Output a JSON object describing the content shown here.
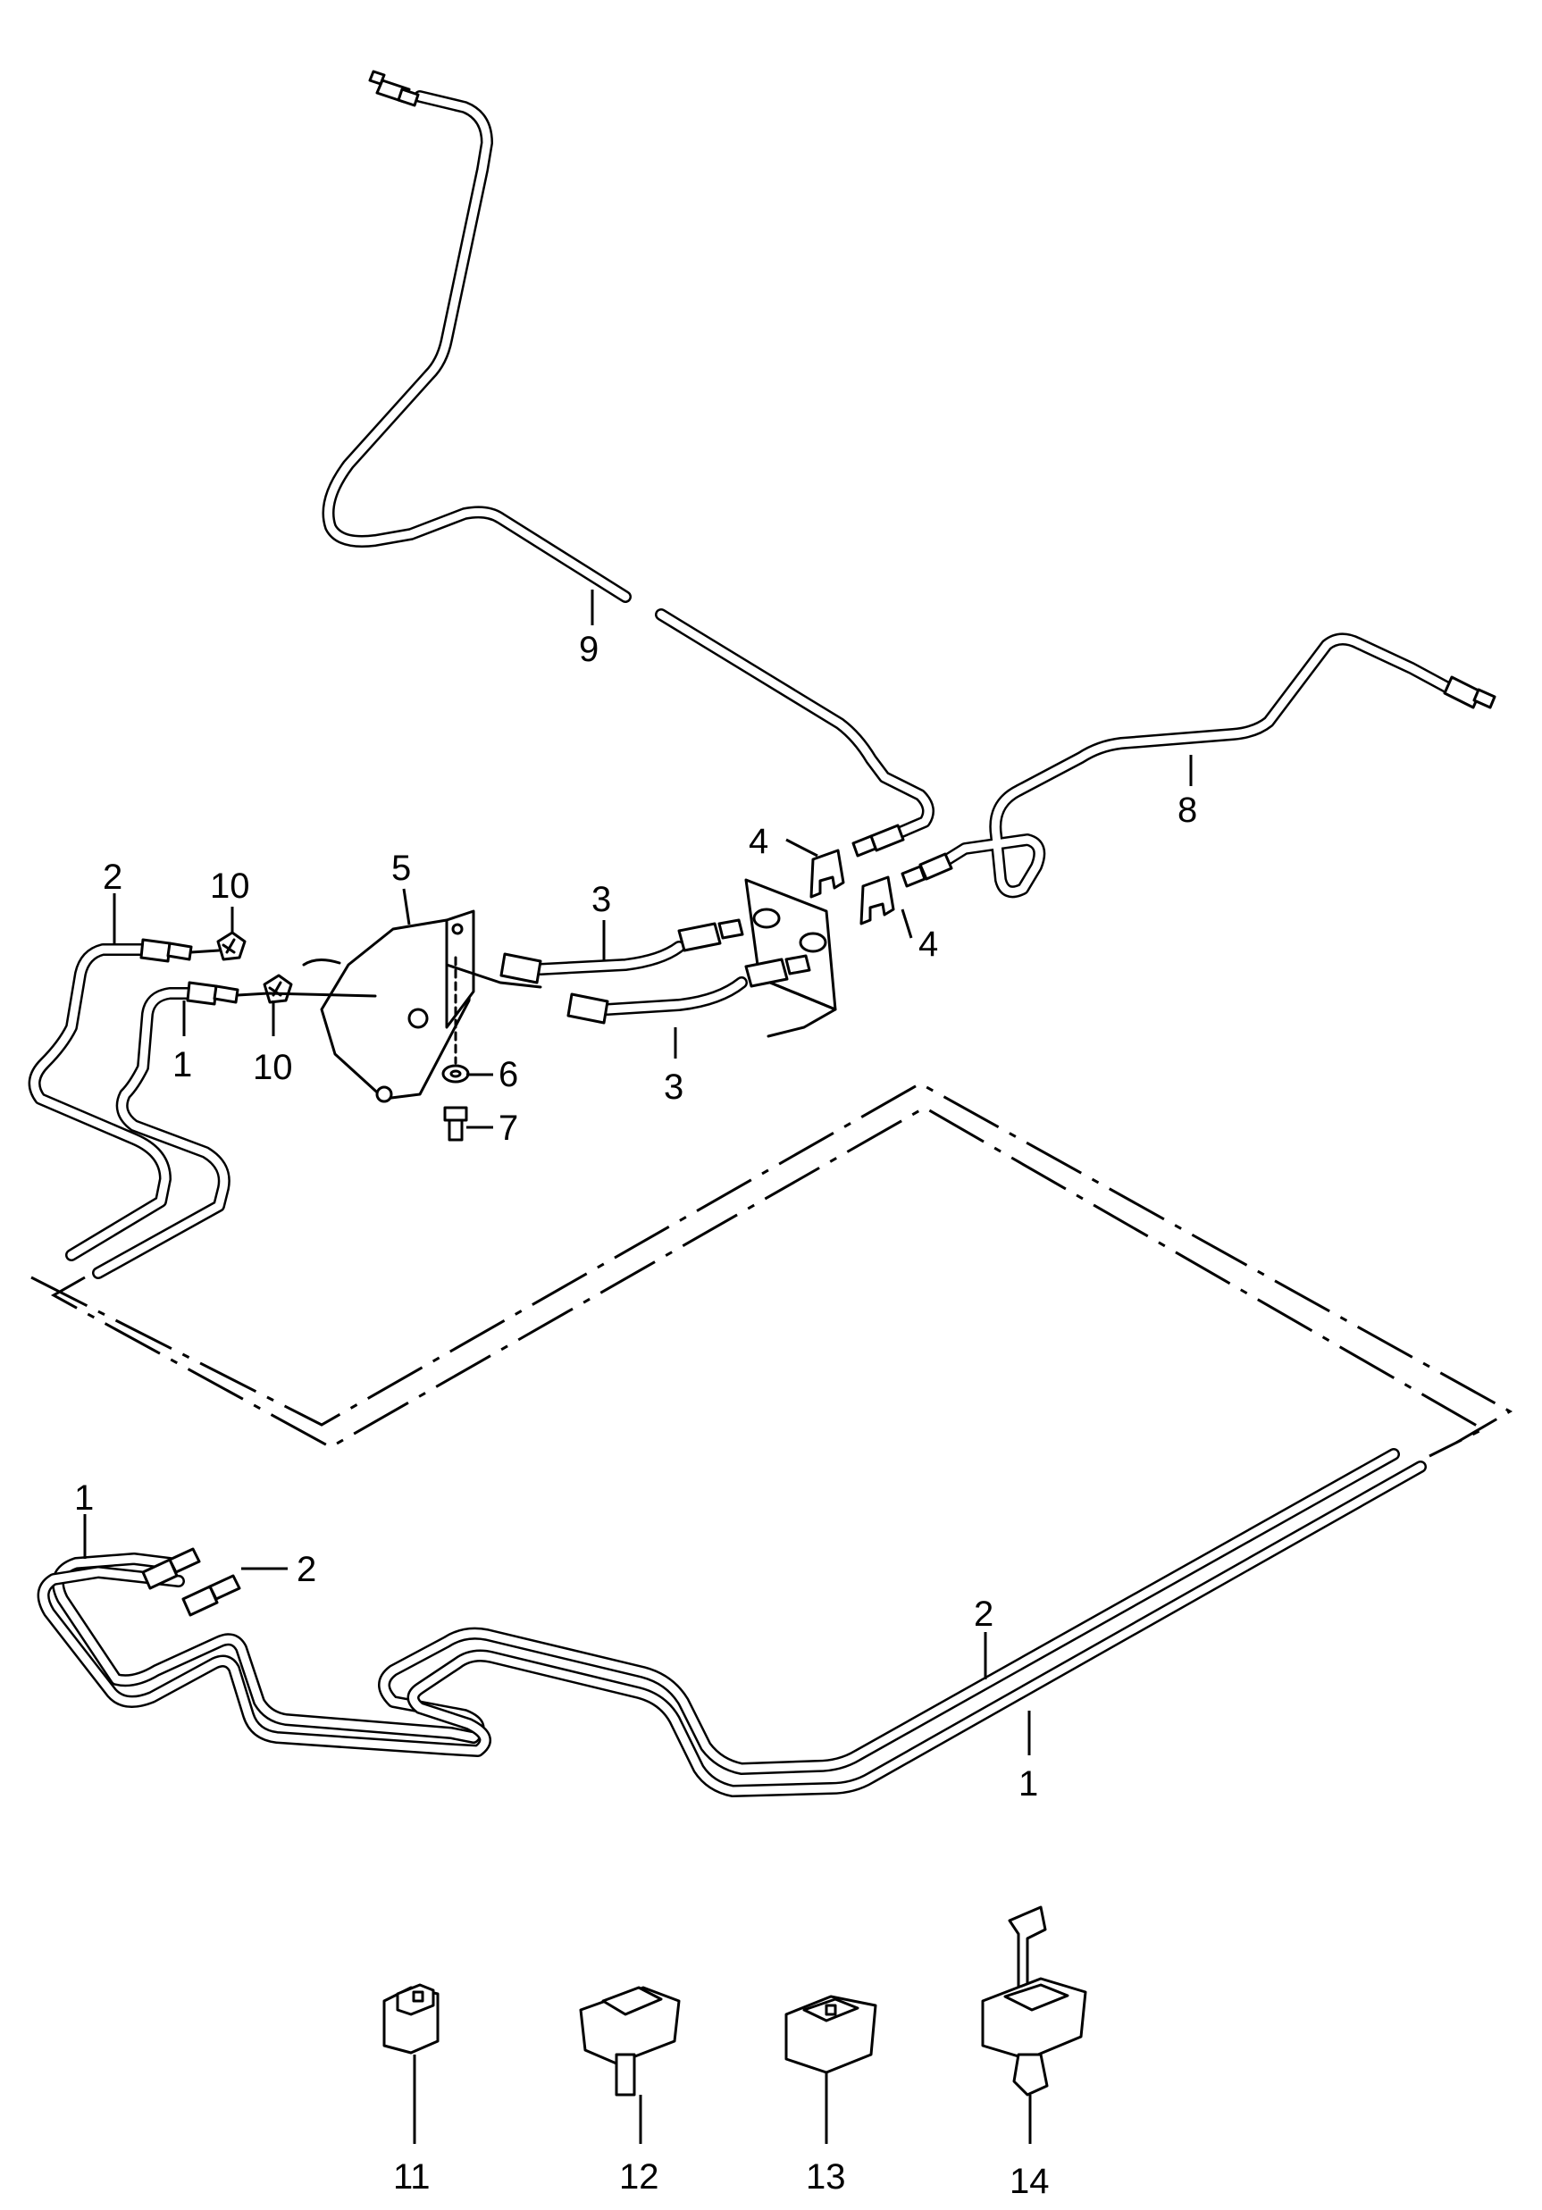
{
  "diagram": {
    "callouts": {
      "c9": "9",
      "c8": "8",
      "c4a": "4",
      "c4b": "4",
      "c5": "5",
      "c3a": "3",
      "c3b": "3",
      "c2a": "2",
      "c10a": "10",
      "c1a": "1",
      "c10b": "10",
      "c6": "6",
      "c7": "7",
      "c1b": "1",
      "c2b": "2",
      "c2c": "2",
      "c1c": "1",
      "c11": "11",
      "c12": "12",
      "c13": "13",
      "c14": "14"
    }
  }
}
